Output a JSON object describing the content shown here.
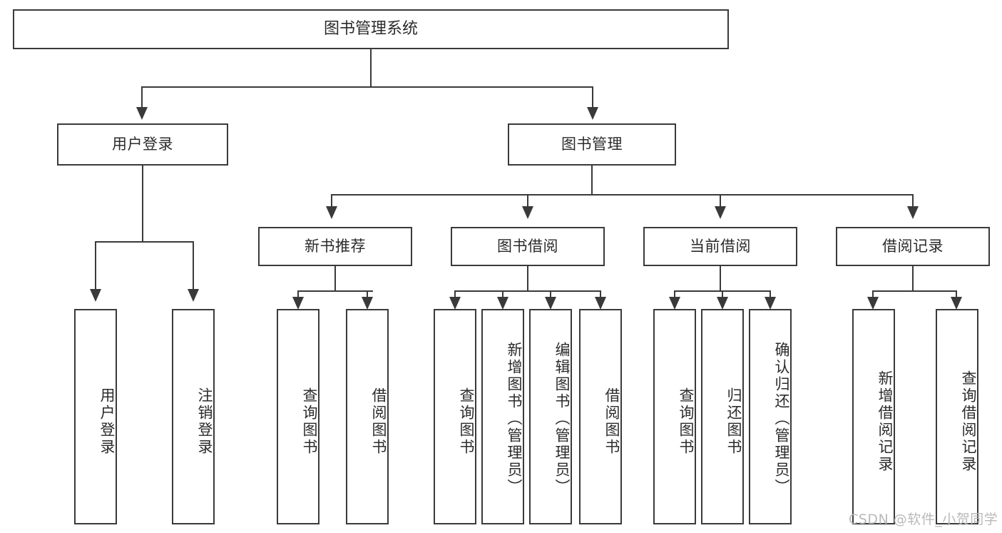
{
  "diagram": {
    "title": "图书管理系统",
    "root": {
      "label": "图书管理系统"
    },
    "level1": [
      {
        "label": "用户登录"
      },
      {
        "label": "图书管理"
      }
    ],
    "level2": [
      {
        "label": "新书推荐"
      },
      {
        "label": "图书借阅"
      },
      {
        "label": "当前借阅"
      },
      {
        "label": "借阅记录"
      }
    ],
    "leaves": {
      "user_login": [
        {
          "label": "用户登录"
        },
        {
          "label": "注销登录"
        }
      ],
      "new_book_recommend": [
        {
          "label": "查询图书"
        },
        {
          "label": "借阅图书"
        }
      ],
      "book_borrow": [
        {
          "label": "查询图书"
        },
        {
          "label": "新增图书（管理员）"
        },
        {
          "label": "编辑图书（管理员）"
        },
        {
          "label": "借阅图书"
        }
      ],
      "current_borrow": [
        {
          "label": "查询图书"
        },
        {
          "label": "归还图书"
        },
        {
          "label": "确认归还（管理员）"
        }
      ],
      "borrow_record": [
        {
          "label": "新增借阅记录"
        },
        {
          "label": "查询借阅记录"
        }
      ]
    },
    "watermark": "CSDN @软件_小贺同学",
    "colors": {
      "stroke": "#3a3a3a",
      "text": "#2b2b2b",
      "background": "#ffffff",
      "watermark": "#b9b9b9"
    }
  }
}
